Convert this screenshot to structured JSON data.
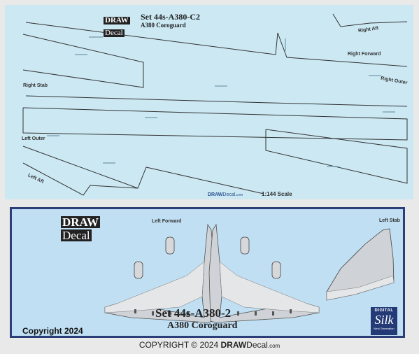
{
  "decal_sheet": {
    "logo_top": "DRAW",
    "logo_bottom": "Decal",
    "set_title": "Set 44s-A380-C2",
    "subtitle": "A380 Coroguard",
    "labels": {
      "right_aft": "Right Aft",
      "right_forward": "Right Forward",
      "right_stab": "Right Stab",
      "right_outer": "Right Outer",
      "left_outer": "Left Outer",
      "left_aft": "Left Aft"
    },
    "brand_bold": "DRAW",
    "brand_light": "Decal",
    "brand_suffix": ".com",
    "scale": "1:144 Scale"
  },
  "instructions": {
    "logo_top": "DRAW",
    "logo_bottom": "Decal",
    "left_forward": "Left Forward",
    "left_stab": "Left Stab",
    "set_title": "Set 44s-A380-2",
    "subtitle": "A380 Coroguard",
    "copyright": "Copyright 2024",
    "badge": {
      "top": "DIGITAL",
      "main": "Silk",
      "bottom": "Next Generation"
    }
  },
  "footer": {
    "prefix": "COPYRIGHT © 2024 ",
    "brand_bold": "DRAW",
    "brand_light": "Decal",
    "brand_suffix": ".com"
  },
  "colors": {
    "sheet_bg": "#cbe8f3",
    "card_bg": "#c0dff3",
    "card_border": "#2a3e77",
    "badge_bg": "#233a77",
    "brand_blue": "#2a4f8f"
  }
}
